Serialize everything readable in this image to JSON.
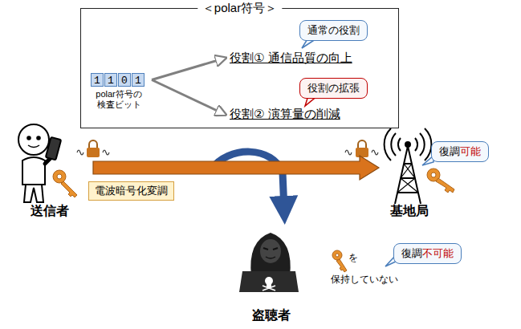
{
  "diagram": {
    "nodes": [
      {
        "text": [
          "＜polar符号＞"
        ]
      },
      {
        "text": [
          "1",
          "1",
          "0",
          "1",
          "polar符号の 検査ビット"
        ],
        "in": 0
      },
      {
        "text": [
          "役割① 通信品質の向上"
        ],
        "in": 0
      },
      {
        "text": [
          "役割② 演算量の削減"
        ],
        "in": 0
      },
      {
        "text": [
          "通常の役割"
        ],
        "in": 0
      },
      {
        "text": [
          "役割の拡張"
        ],
        "in": 0
      },
      {
        "text": [
          "送信者"
        ]
      },
      {
        "text": [
          "電波暗号化変調"
        ]
      },
      {
        "text": [
          "基地局"
        ]
      },
      {
        "text": [
          "復調",
          "可能"
        ]
      },
      {
        "text": [
          "盗聴者"
        ]
      },
      {
        "text": [
          "復調",
          "不可能"
        ]
      }
    ],
    "edges": [
      {
        "from": 1,
        "to": 2,
        "arrow": "to"
      },
      {
        "from": 1,
        "to": 3,
        "arrow": "to"
      },
      {
        "from": 6,
        "to": 8,
        "arrow": "to"
      }
    ],
    "labels": [
      "を",
      "保持していない"
    ]
  }
}
